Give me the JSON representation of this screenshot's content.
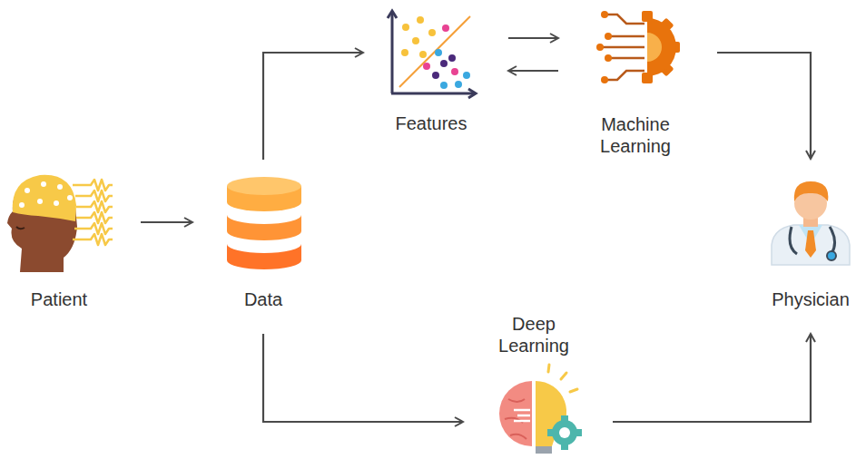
{
  "diagram": {
    "nodes": [
      {
        "text": [
          "Patient"
        ]
      },
      {
        "text": [
          "Data"
        ]
      },
      {
        "text": [
          "Features"
        ]
      },
      {
        "text": [
          "Machine Learning"
        ]
      },
      {
        "text": [
          "Deep Learning"
        ]
      },
      {
        "text": [
          "Physician"
        ]
      }
    ],
    "edges": [
      {
        "from": 0,
        "to": 1,
        "arrow": "to"
      },
      {
        "from": 1,
        "to": 2,
        "arrow": "to"
      },
      {
        "from": 2,
        "to": 3,
        "arrow": "to"
      },
      {
        "from": 3,
        "to": 2,
        "arrow": "to"
      },
      {
        "from": 3,
        "to": 5,
        "arrow": "to"
      },
      {
        "from": 1,
        "to": 4,
        "arrow": "to"
      },
      {
        "from": 4,
        "to": 5,
        "arrow": "to"
      }
    ]
  }
}
